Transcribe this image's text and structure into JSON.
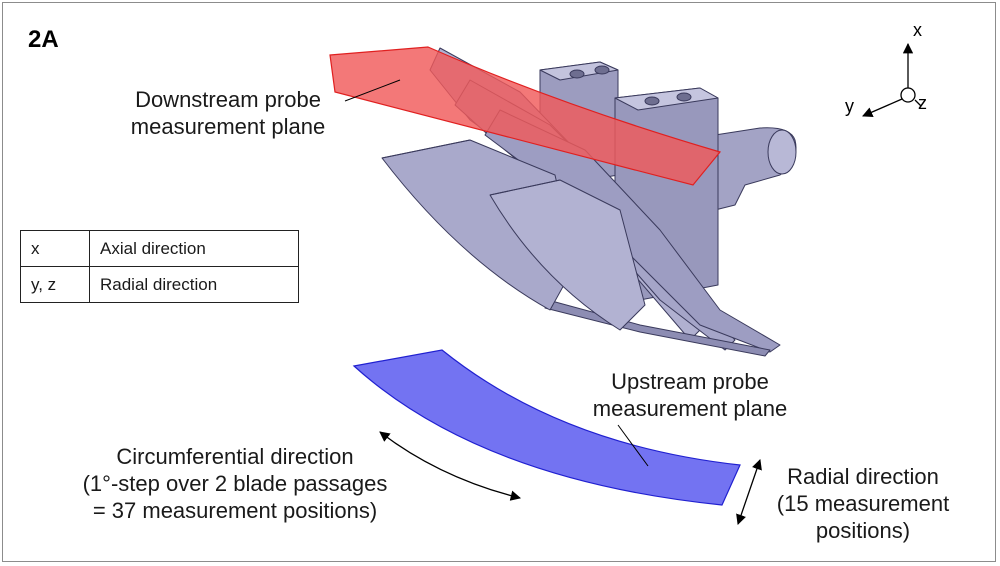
{
  "figure": {
    "label": "2A"
  },
  "axes": {
    "x": "x",
    "y": "y",
    "z": "z"
  },
  "legend_table": {
    "rows": [
      {
        "symbol": "x",
        "meaning": "Axial direction"
      },
      {
        "symbol": "y, z",
        "meaning": "Radial direction"
      }
    ]
  },
  "labels": {
    "downstream_line1": "Downstream probe",
    "downstream_line2": "measurement plane",
    "upstream_line1": "Upstream probe",
    "upstream_line2": "measurement plane",
    "circumferential_line1": "Circumferential direction",
    "circumferential_line2": "(1°-step over 2 blade passages",
    "circumferential_line3": "= 37 measurement positions)",
    "radial_line1": "Radial direction",
    "radial_line2": "(15 measurement",
    "radial_line3": "positions)"
  },
  "colors": {
    "downstream_plane": "#f05a5a",
    "upstream_plane": "#5a5af0",
    "blade_body": "#a7a7c9",
    "blade_edge": "#3a3a5c"
  }
}
